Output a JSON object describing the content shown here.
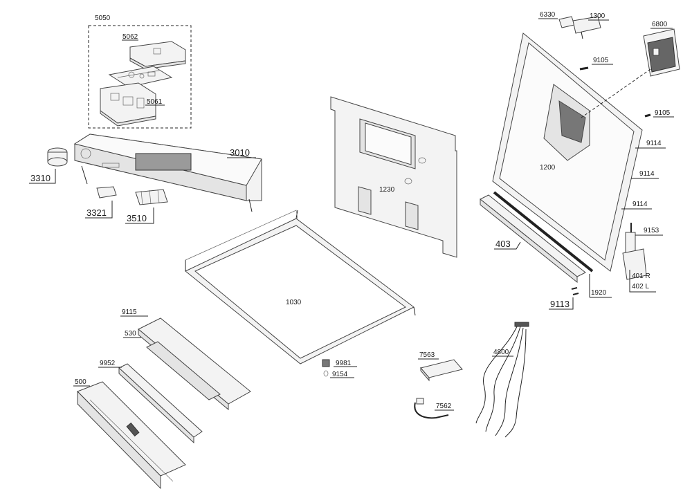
{
  "labels": {
    "l5050": "5050",
    "l5062": "5062",
    "l5061": "5061",
    "l3010": "3010",
    "l3310": "3310",
    "l3321": "3321",
    "l3510": "3510",
    "l1230": "1230",
    "l1030": "1030",
    "l9115": "9115",
    "l530": "530",
    "l9952": "9952",
    "l500": "500",
    "l9981": "9981",
    "l9154": "9154",
    "l7563": "7563",
    "l7562": "7562",
    "l4800": "4800",
    "l6330": "6330",
    "l1300": "1300",
    "l6800": "6800",
    "l9105a": "9105",
    "l9105b": "9105",
    "l1200": "1200",
    "l9114a": "9114",
    "l9114b": "9114",
    "l9114c": "9114",
    "l9153": "9153",
    "l403": "403",
    "l401": "401 R",
    "l402": "402 L",
    "l9113": "9113",
    "l1920": "1920"
  }
}
